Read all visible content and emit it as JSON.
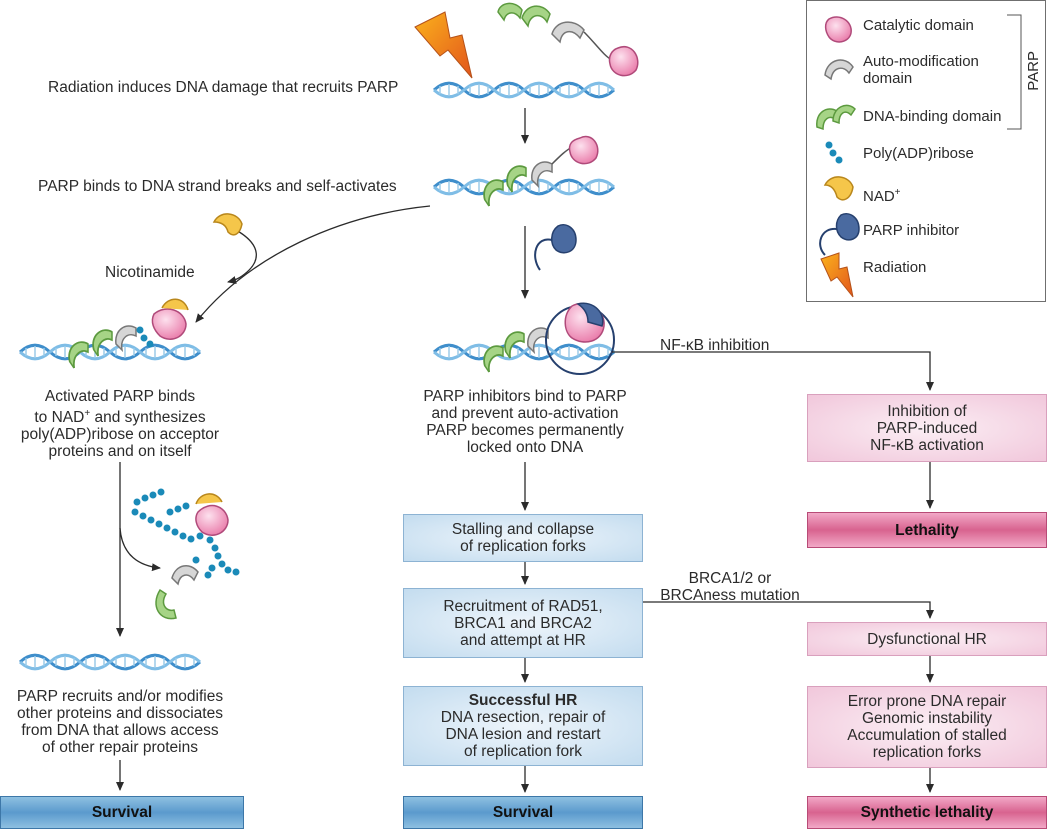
{
  "legend": {
    "catalytic": "Catalytic domain",
    "automod_1": "Auto-modification",
    "automod_2": "domain",
    "dnabinding": "DNA-binding domain",
    "polyadp": "Poly(ADP)ribose",
    "nad": "NAD",
    "nad_sup": "+",
    "inhibitor": "PARP inhibitor",
    "radiation": "Radiation",
    "group_label": "PARP"
  },
  "labels": {
    "radiation_step": "Radiation induces DNA damage that recruits PARP",
    "binds_step": "PARP binds to DNA strand breaks and self-activates",
    "nicotinamide": "Nicotinamide",
    "activated_1": "Activated PARP binds",
    "activated_2a": "to NAD",
    "activated_2sup": "+",
    "activated_2b": " and synthesizes",
    "activated_3": "poly(ADP)ribose on acceptor",
    "activated_4": "proteins and on itself",
    "recruits_1": "PARP recruits and/or modifies",
    "recruits_2": "other proteins and dissociates",
    "recruits_3": "from DNA that allows access",
    "recruits_4": "of other repair proteins",
    "inhib_1": "PARP inhibitors bind to PARP",
    "inhib_2": "and prevent auto-activation",
    "inhib_3": "PARP becomes permanently",
    "inhib_4": "locked onto DNA",
    "nfkb_inhibition": "NF-κB inhibition",
    "brca_1": "BRCA1/2 or",
    "brca_2": "BRCAness mutation"
  },
  "boxes": {
    "stalling_1": "Stalling and collapse",
    "stalling_2": "of replication forks",
    "recruit_1": "Recruitment of RAD51,",
    "recruit_2": "BRCA1 and BRCA2",
    "recruit_3": "and attempt at HR",
    "success_title": "Successful HR",
    "success_1": "DNA resection, repair of",
    "success_2": "DNA lesion and restart",
    "success_3": "of replication fork",
    "nfkb_1": "Inhibition of",
    "nfkb_2": "PARP-induced",
    "nfkb_3": "NF-κB activation",
    "dysfunctional": "Dysfunctional HR",
    "error_1": "Error prone DNA repair",
    "error_2": "Genomic instability",
    "error_3": "Accumulation of stalled",
    "error_4": "replication forks",
    "survival_left": "Survival",
    "survival_mid": "Survival",
    "lethality": "Lethality",
    "synthetic_lethality": "Synthetic lethality"
  },
  "colors": {
    "catalytic": "#f3a6c8",
    "automod": "#bdbdbd",
    "dnabinding": "#9fcf78",
    "polyadp": "#1a8ab8",
    "nad": "#f5c64a",
    "inhibitor": "#3f5f93",
    "dna_strand": "#4d9ad0",
    "radiation": "#f39b1e"
  }
}
